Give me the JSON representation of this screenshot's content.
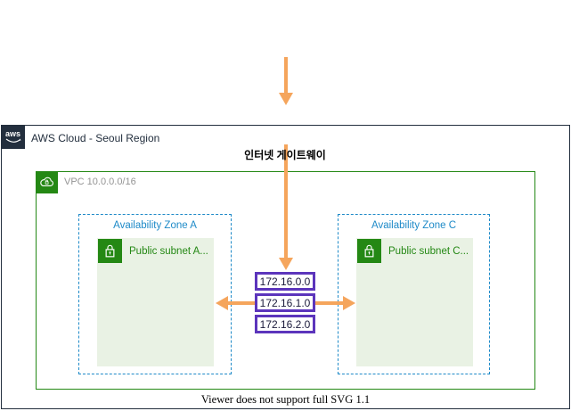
{
  "colors": {
    "arrow_orange": "#F5A55C",
    "aws_navy": "#232F3E",
    "vpc_green": "#248814",
    "subnet_fill_green": "#E9F2E4",
    "az_blue": "#1E8AC8",
    "route_purple": "#5C35BC",
    "vpc_label_gray": "#949494"
  },
  "aws_cloud": {
    "logo_text": "aws",
    "title": "AWS Cloud - Seoul Region"
  },
  "internet_gateway": {
    "label": "인터넷 게이트웨이"
  },
  "vpc": {
    "label": "VPC 10.0.0.0/16"
  },
  "availability_zones": [
    {
      "title": "Availability Zone A",
      "subnet_label": "Public subnet A..."
    },
    {
      "title": "Availability Zone C",
      "subnet_label": "Public subnet C..."
    }
  ],
  "route_table": {
    "entries": [
      "172.16.0.0",
      "172.16.1.0",
      "172.16.2.0"
    ]
  },
  "footer": {
    "notice": "Viewer does not support full SVG 1.1"
  }
}
